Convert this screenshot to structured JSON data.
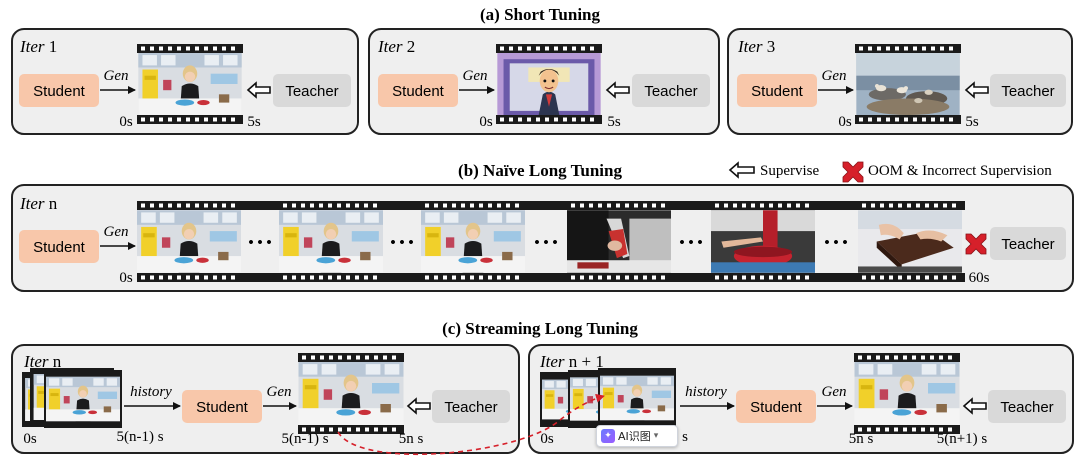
{
  "sections": {
    "a_title": "(a) Short Tuning",
    "b_title": "(b) Naïve Long Tuning",
    "c_title": "(c) Streaming Long Tuning"
  },
  "legend": {
    "supervise": "Supervise",
    "oom": "OOM & Incorrect Supervision"
  },
  "labels": {
    "student": "Student",
    "teacher": "Teacher",
    "gen": "Gen",
    "history": "history",
    "iter": "Iter"
  },
  "panel_a": [
    {
      "iter_num": "1",
      "start": "0s",
      "end": "5s"
    },
    {
      "iter_num": "2",
      "start": "0s",
      "end": "5s"
    },
    {
      "iter_num": "3",
      "start": "0s",
      "end": "5s"
    }
  ],
  "panel_b": {
    "iter_num": "n",
    "start": "0s",
    "end": "60s",
    "dots": "• • •"
  },
  "panel_c": [
    {
      "iter_num": "n",
      "hist_start": "0s",
      "hist_end": "5(n-1) s",
      "gen_start": "5(n-1) s",
      "gen_end": "5n s"
    },
    {
      "iter_num": "n + 1",
      "hist_start": "0s",
      "hist_end": "s",
      "gen_start": "5n s",
      "gen_end": "5(n+1) s"
    }
  ],
  "ai_bar": {
    "label": "AI识图",
    "icon": "sparkle-icon"
  },
  "colors": {
    "student_fill": "#f8c7aa",
    "teacher_fill": "#d9d9d9",
    "panel_fill": "#efefef",
    "panel_border": "#222222",
    "film": "#1a1a1a",
    "oom_red": "#d6202a",
    "dash_red": "#d6202a"
  }
}
